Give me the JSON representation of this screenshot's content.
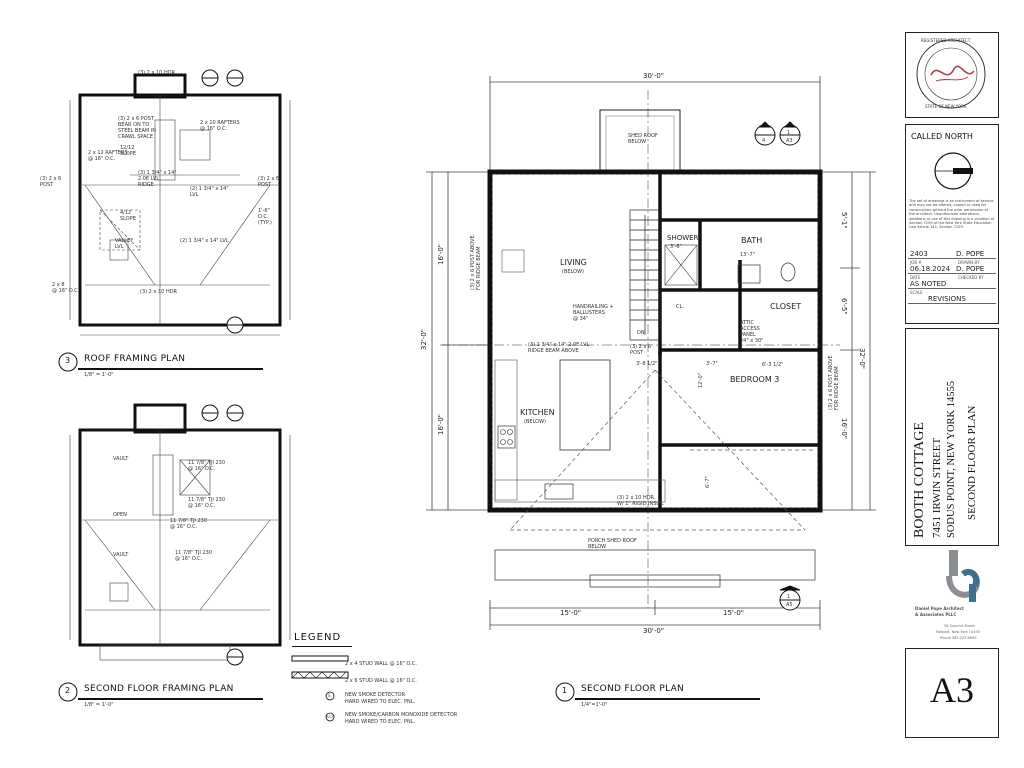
{
  "main_plan": {
    "rooms": {
      "living": "LIVING",
      "living_sub": "(BELOW)",
      "kitchen": "KITCHEN",
      "kitchen_sub": "(BELOW)",
      "bath": "BATH",
      "shower": "SHOWER",
      "closet": "CLOSET",
      "bedroom": "BEDROOM 3",
      "cl": "CL."
    },
    "notes": {
      "shed_roof": "SHED ROOF\nBELOW",
      "porch_roof": "PORCH SHED ROOF\nBELOW",
      "handrailing": "HANDRAILING +\nBALLUSTERS\n@ 34\"",
      "ridge_beam": "(3) 1 3/4\" x 14\" 2.0E LVL\nRIDGE BEAM ABOVE",
      "post_left": "(3) 2 x 6 POST ABOVE\nFOR RIDGE BEAM",
      "post_right": "(3) 2 x 6 POST ABOVE\nFOR RIDGE BEAM",
      "header_bottom": "(3) 2 x 10 HDR.\nW/ 1\" RIGID INSUL.",
      "attic_access": "ATTIC\nACCESS\nPANEL\n24\" x 30\"",
      "post_mid": "(3) 2 x 6\nPOST",
      "dn": "DN"
    },
    "dims": {
      "overall_top": "30'-0\"",
      "overall_bottom": "30'-0\"",
      "bottom_left": "15'-0\"",
      "bottom_right": "15'-0\"",
      "left_overall": "32'-0\"",
      "right_overall": "32'-0\"",
      "left_top": "16'-0\"",
      "left_bottom": "16'-0\"",
      "right_a": "5'-1\"",
      "right_b": "6'-5\"",
      "right_c": "16'-0\"",
      "bath_w": "13'-7\"",
      "shower_w": "3'-6\"",
      "bed_w": "6'-3 1/2\"",
      "mid_a": "3'-8 1/2\"",
      "mid_b": "3'-7\"",
      "mid_c": "12'-0\"",
      "mid_d": "6'-7\""
    },
    "callouts": {
      "sec_top": "A3",
      "sec_top_num": "4",
      "sec_top2_num": "1",
      "elev_num": "1",
      "elev_sheet": "A5"
    }
  },
  "titles": {
    "plan1_num": "1",
    "plan1": "SECOND FLOOR PLAN",
    "plan1_scale": "1/4\"=1'-0\"",
    "plan2_num": "2",
    "plan2": "SECOND FLOOR FRAMING PLAN",
    "plan2_scale": "1/8\" = 1'-0\"",
    "plan3_num": "3",
    "plan3": "ROOF FRAMING PLAN",
    "plan3_scale": "1/8\" = 1'-0\""
  },
  "roof_plan": {
    "hdr_top": "(3) 2 x 10 HDR",
    "post_bear": "(3) 2 x 6 POST\nBEAR ON TO\nSTEEL BEAM IN\nCRAWL SPACE",
    "rafters1": "2 x 12 RAFTERS\n@ 16\" O.C.",
    "rafters2": "2 x 10 RAFTERS\n@ 16\" O.C.",
    "post_l": "(3) 2 x 6\nPOST",
    "post_r": "(3) 2 x 6\nPOST",
    "ridge": "(3) 1 3/4\" x 14\"\n2.0E LVL\nRIDGE",
    "lvl_r": "(2) 1 3/4\" x 14\"\nLVL",
    "oc": "1'-6\"\nO.C.\n(TYP.)",
    "slope1": "12/12\nSLOPE",
    "slope2": "4/12\nSLOPE",
    "valley": "VALLEY\nLVL",
    "hip": "(2) 1 3/4\" x 14\" LVL",
    "hdr_bot": "(3) 2 x 10 HDR",
    "plate": "2 x 8\n@ 16\" O.C."
  },
  "framing_plan": {
    "vault1": "VAULT",
    "open": "OPEN",
    "vault2": "VAULT",
    "joist1": "11 7/8\" TJI 230\n@ 16\" O.C.",
    "joist2": "11 7/8\" TJI 230\n@ 16\" O.C.",
    "joist3": "11 7/8\" TJI 230\n@ 16\" O.C.",
    "joist4": "11 7/8\" TJI 230\n@ 16\" O.C."
  },
  "legend": {
    "title": "LEGEND",
    "item1": "2 x 4 STUD WALL @ 16\" O.C.",
    "item2": "2 x 6 STUD WALL @ 16\" O.C.",
    "item3a": "NEW SMOKE DETECTOR",
    "item3b": "HARD WIRED TO ELEC. PNL.",
    "item4a": "NEW SMOKE/CARBON MONOXIDE DETECTOR",
    "item4b": "HARD WIRED TO ELEC. PNL.",
    "sym3": "S",
    "sym4": "S/CO"
  },
  "title_block": {
    "seal_top": "REGISTERED ARCHITECT",
    "seal_bottom": "STATE OF NEW YORK",
    "called_north": "CALLED NORTH",
    "disclaimer": "The set of drawings is an instrument of service and may not be altered, copied or used for construction without the prior permission of the architect. Unauthorized alterations, additions or use of this drawing is a violation of Section 7209 of the New York State Education Law Article 145, Section 7209.",
    "job_no": "2403",
    "drawn_by": "D. POPE",
    "job_label": "JOB #",
    "drawn_label": "DRAWN BY",
    "date": "06.18.2024",
    "checked_by": "D. POPE",
    "date_label": "DATE",
    "checked_label": "CHECKED BY",
    "scale": "AS NOTED",
    "scale_label": "SCALE",
    "revisions": "REVISIONS",
    "project": "BOOTH COTTAGE",
    "street": "7451 IRWIN STREET",
    "city": "SODUS POINT, NEW YORK 14555",
    "sheet_title": "SECOND FLOOR PLAN",
    "firm1": "Daniel Pope Architect",
    "firm2": "& Associates PLLC",
    "addr1": "58 Summit Street",
    "addr2": "Fairport, New York 14450",
    "addr3": "Phone 585.223.6690",
    "sheet_no": "A3"
  },
  "colors": {
    "logo_gray": "#8a8e92",
    "logo_blue": "#3d6f8f",
    "seal_red": "#b04050"
  }
}
